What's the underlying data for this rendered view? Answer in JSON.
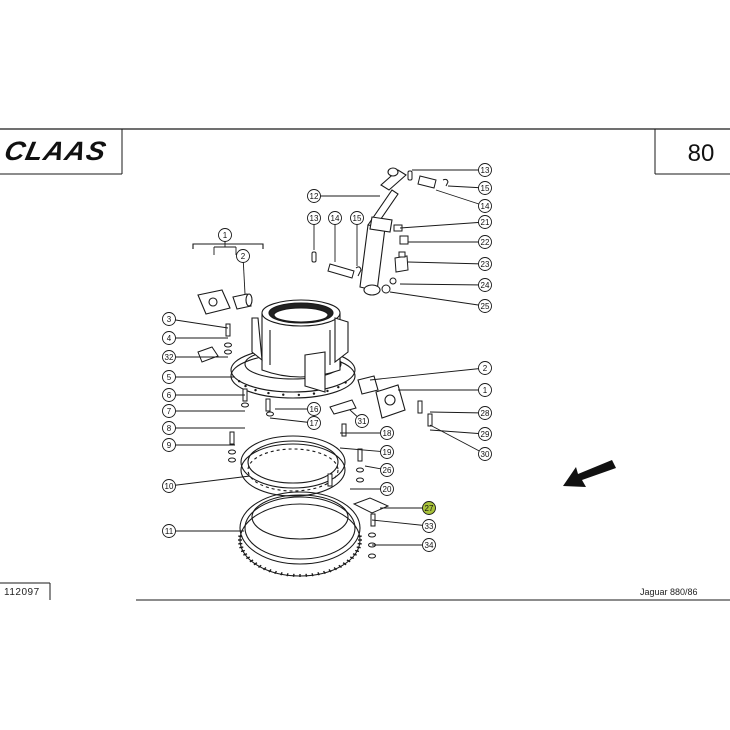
{
  "header": {
    "brand": "CLAAS",
    "page_number": "80"
  },
  "footer": {
    "document_number": "112097",
    "model": "Jaguar 880/86"
  },
  "callouts": [
    {
      "label": "1"
    },
    {
      "label": "2"
    },
    {
      "label": "3"
    },
    {
      "label": "4"
    },
    {
      "label": "32"
    },
    {
      "label": "5"
    },
    {
      "label": "6"
    },
    {
      "label": "7"
    },
    {
      "label": "8"
    },
    {
      "label": "9"
    },
    {
      "label": "10"
    },
    {
      "label": "11"
    },
    {
      "label": "12"
    },
    {
      "label": "13"
    },
    {
      "label": "14"
    },
    {
      "label": "15"
    },
    {
      "label": "13"
    },
    {
      "label": "15"
    },
    {
      "label": "14"
    },
    {
      "label": "21"
    },
    {
      "label": "22"
    },
    {
      "label": "23"
    },
    {
      "label": "24"
    },
    {
      "label": "25"
    },
    {
      "label": "2"
    },
    {
      "label": "1"
    },
    {
      "label": "28"
    },
    {
      "label": "29"
    },
    {
      "label": "30"
    },
    {
      "label": "16"
    },
    {
      "label": "17"
    },
    {
      "label": "31"
    },
    {
      "label": "18"
    },
    {
      "label": "19"
    },
    {
      "label": "26"
    },
    {
      "label": "20"
    },
    {
      "label": "27",
      "highlighted": true
    },
    {
      "label": "33"
    },
    {
      "label": "34"
    }
  ],
  "colors": {
    "line": "#1a1a1a",
    "highlight": "#a8c23a"
  },
  "icons": {
    "direction_arrow": "arrow-down-left-icon"
  }
}
